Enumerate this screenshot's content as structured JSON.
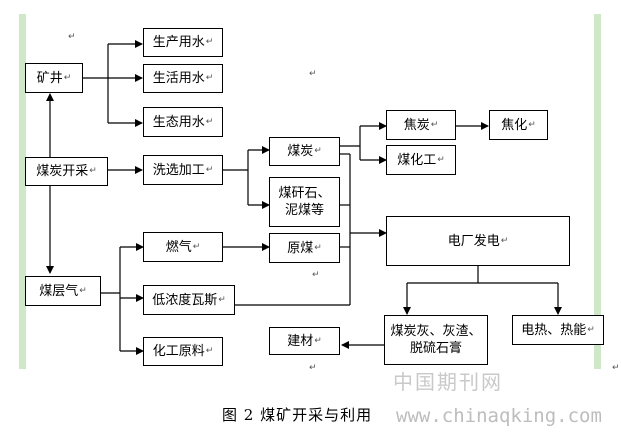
{
  "nodes": {
    "kuangjing": "矿井",
    "meitan_kaicai": "煤炭开采",
    "meicengqi": "煤层气",
    "shengchan_yongshui": "生产用水",
    "shenghuo_yongshui": "生活用水",
    "shengtai_yongshui": "生态用水",
    "xixuan_jiagong": "洗选加工",
    "ranqi": "燃气",
    "di_nongdu_wasi": "低浓度瓦斯",
    "huagong_yuanliao": "化工原料",
    "meitan": "煤炭",
    "meiganshi": "煤矸石、\n泥煤等",
    "yuanmei": "原煤",
    "jiancai": "建材",
    "jiaotan": "焦炭",
    "meihuagong": "煤化工",
    "jiaohua": "焦化",
    "dianchang_fadian": "电厂发电",
    "meitanhui": "煤炭灰、灰渣、\n脱硫石膏",
    "dianre_reneng": "电热、热能"
  },
  "paragraph_mark": "↵",
  "caption": "图 2   煤矿开采与利用",
  "watermark": {
    "text_cn": "中国期刊网",
    "url": "www.chinaqking.com"
  }
}
